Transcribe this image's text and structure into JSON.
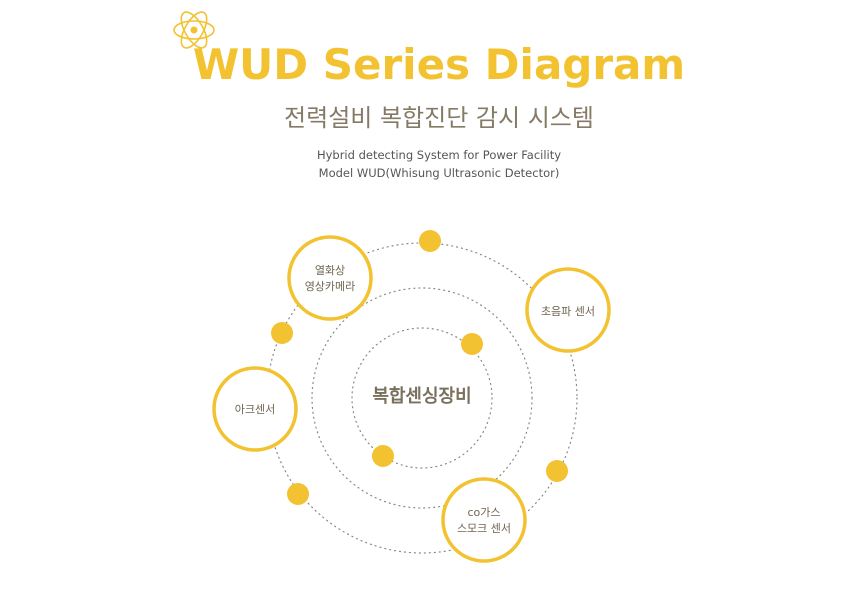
{
  "header": {
    "title": "WUD Series Diagram",
    "subtitle": "전력설비 복합진단 감시 시스템",
    "desc_line1": "Hybrid detecting System for Power Facility",
    "desc_line2": "Model WUD(Whisung Ultrasonic Detector)",
    "logo_icon": "atom-icon"
  },
  "diagram": {
    "center_label": "복합센싱장비",
    "nodes": {
      "thermal": [
        "열화상",
        "영상카메라"
      ],
      "ultrasonic": [
        "초음파 센서"
      ],
      "arc": [
        "아크센서"
      ],
      "gas": [
        "co가스",
        "스모크 센서"
      ]
    }
  },
  "colors": {
    "accent": "#f2c230",
    "subtitle": "#857a66",
    "text": "#555555",
    "orbit": "#888888"
  }
}
